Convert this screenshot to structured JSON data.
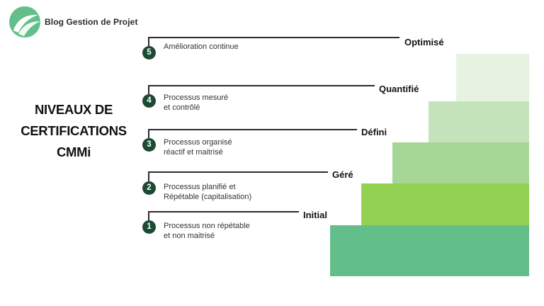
{
  "brand": {
    "name": "Blog Gestion de Projet",
    "logo_icon": "leaf-logo-icon",
    "logo_color": "#63bf8a"
  },
  "title": {
    "line1": "NIVEAUX DE",
    "line2": "CERTIFICATIONS",
    "line3": "CMMi"
  },
  "levels": [
    {
      "number": "1",
      "name": "Initial",
      "desc_line1": "Processus non répétable",
      "desc_line2": "et non maitrisé",
      "color": "#63bf8a"
    },
    {
      "number": "2",
      "name": "Géré",
      "desc_line1": "Processus planifié et",
      "desc_line2": "Répétable (capitalisation)",
      "color": "#92d152"
    },
    {
      "number": "3",
      "name": "Défini",
      "desc_line1": "Processus organisé",
      "desc_line2": "réactif et maitrisé",
      "color": "#a6d695"
    },
    {
      "number": "4",
      "name": "Quantifié",
      "desc_line1": "Processus mesuré",
      "desc_line2": "et contrôlé",
      "color": "#c5e3bb"
    },
    {
      "number": "5",
      "name": "Optimisé",
      "desc_line1": "Amélioration continue",
      "desc_line2": "",
      "color": "#e6f3e2"
    }
  ],
  "badge_color": "#1c4a33"
}
